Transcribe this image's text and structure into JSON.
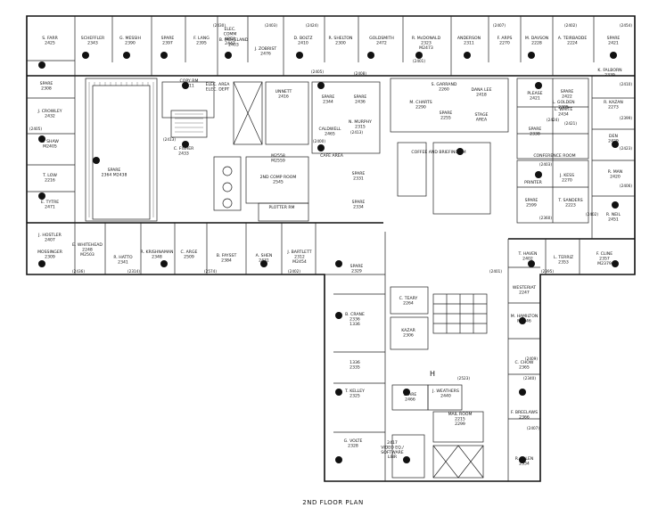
{
  "caption": "2ND FLOOR PLAN",
  "rooms": [
    {
      "id": "r1",
      "lines": [
        "S. FARR",
        "2425"
      ]
    },
    {
      "id": "r2",
      "lines": [
        "SCHEFFLER",
        "2343"
      ]
    },
    {
      "id": "r3",
      "lines": [
        "G. MESSIH",
        "2390"
      ]
    },
    {
      "id": "r4",
      "lines": [
        "SPARE",
        "2397"
      ]
    },
    {
      "id": "r5",
      "lines": [
        "F. LANG",
        "2395"
      ]
    },
    {
      "id": "r6",
      "lines": [
        "ELEC.",
        "COMM",
        "AREA",
        "2447"
      ]
    },
    {
      "id": "r7",
      "lines": [
        "B. MORELAND",
        "2403"
      ]
    },
    {
      "id": "r8",
      "lines": [
        "J. ZOBRIST",
        "2476"
      ]
    },
    {
      "id": "r9",
      "lines": [
        "D. BOLTZ",
        "2410"
      ]
    },
    {
      "id": "r10",
      "lines": [
        "R. SHELTON",
        "2300"
      ]
    },
    {
      "id": "r11",
      "lines": [
        "GOLDSMITH",
        "2472"
      ]
    },
    {
      "id": "r12",
      "lines": [
        "R. McDONALD",
        "2323",
        "M2473"
      ]
    },
    {
      "id": "r13",
      "lines": [
        "ANDERSON",
        "2311"
      ]
    },
    {
      "id": "r14",
      "lines": [
        "F. ARPS",
        "2270"
      ]
    },
    {
      "id": "r15",
      "lines": [
        "M. DAVSON",
        "2228"
      ]
    },
    {
      "id": "r16",
      "lines": [
        "A. TEIRBADDE",
        "2224"
      ]
    },
    {
      "id": "r17",
      "lines": [
        "SPARE",
        "2421"
      ]
    },
    {
      "id": "r18",
      "lines": [
        "SPARE",
        "2308"
      ]
    },
    {
      "id": "r19",
      "lines": [
        "J. CROWLEY",
        "2432"
      ]
    },
    {
      "id": "r20",
      "lines": [
        "A. SHAW",
        "M2405"
      ]
    },
    {
      "id": "r21",
      "lines": [
        "T. LOW",
        "2216"
      ]
    },
    {
      "id": "r22",
      "lines": [
        "E. TYTRE",
        "2471"
      ]
    },
    {
      "id": "r23",
      "lines": [
        "COPY RM",
        "2411"
      ]
    },
    {
      "id": "r24",
      "lines": [
        "ELEC. AREA",
        "ELEC. DEPT"
      ]
    },
    {
      "id": "r25",
      "lines": [
        "UNNETT",
        "2416"
      ]
    },
    {
      "id": "r26",
      "lines": [
        "SPARE",
        "2344"
      ]
    },
    {
      "id": "r27",
      "lines": [
        "SPARE",
        "2436"
      ]
    },
    {
      "id": "r28",
      "lines": [
        "N. MURPHY",
        "2315"
      ]
    },
    {
      "id": "r29",
      "lines": [
        "CALDWELL",
        "2465"
      ]
    },
    {
      "id": "r30",
      "lines": [
        "CAFE AREA"
      ]
    },
    {
      "id": "r31",
      "lines": [
        "M2558",
        "M2559"
      ]
    },
    {
      "id": "r32",
      "lines": [
        "2ND COMP ROOM",
        "2545"
      ]
    },
    {
      "id": "r33",
      "lines": [
        "PLOTTER RM"
      ]
    },
    {
      "id": "r34",
      "lines": [
        "C. FISHER",
        "2433"
      ]
    },
    {
      "id": "r35",
      "lines": [
        "SPARE",
        "2364 M2438"
      ]
    },
    {
      "id": "r36",
      "lines": [
        "M. CHARTS",
        "2290"
      ]
    },
    {
      "id": "r37",
      "lines": [
        "S. GARRAND",
        "2260"
      ]
    },
    {
      "id": "r38",
      "lines": [
        "DANA LEE",
        "2418"
      ]
    },
    {
      "id": "r39",
      "lines": [
        "SPARE",
        "2255"
      ]
    },
    {
      "id": "r40",
      "lines": [
        "STAGE",
        "AREA"
      ]
    },
    {
      "id": "r41",
      "lines": [
        "COFFEE AND BRIEFING RM"
      ]
    },
    {
      "id": "r42",
      "lines": [
        "SPARE",
        "2331"
      ]
    },
    {
      "id": "r43",
      "lines": [
        "SPARE",
        "2334"
      ]
    },
    {
      "id": "r44",
      "lines": [
        "PLEASE",
        "2421"
      ]
    },
    {
      "id": "r45",
      "lines": [
        "SPARE",
        "2422"
      ]
    },
    {
      "id": "r46",
      "lines": [
        "K. FALBORN",
        "2339"
      ]
    },
    {
      "id": "r47",
      "lines": [
        "L. GOLDEN",
        "2305"
      ]
    },
    {
      "id": "r48",
      "lines": [
        "L. WHITE",
        "2434"
      ]
    },
    {
      "id": "r49",
      "lines": [
        "SPARE",
        "2338"
      ]
    },
    {
      "id": "r50",
      "lines": [
        "R. KAZAN",
        "2273"
      ]
    },
    {
      "id": "r51",
      "lines": [
        "DEN",
        "2429"
      ]
    },
    {
      "id": "r52",
      "lines": [
        "CONFERENCE ROOM"
      ]
    },
    {
      "id": "r53",
      "lines": [
        "PRINTER"
      ]
    },
    {
      "id": "r54",
      "lines": [
        "J. KESS",
        "2270"
      ]
    },
    {
      "id": "r55",
      "lines": [
        "SPARE",
        "2599"
      ]
    },
    {
      "id": "r56",
      "lines": [
        "T. SANDERS",
        "2223"
      ]
    },
    {
      "id": "r57",
      "lines": [
        "R. MAN",
        "2420"
      ]
    },
    {
      "id": "r58",
      "lines": [
        "R. NEIL",
        "2451"
      ]
    },
    {
      "id": "r59",
      "lines": [
        "J. HOSTLER",
        "2407"
      ]
    },
    {
      "id": "r60",
      "lines": [
        "MOSSINGER",
        "2309"
      ]
    },
    {
      "id": "r61",
      "lines": [
        "E. WHITEHEAD",
        "2248",
        "M2503"
      ]
    },
    {
      "id": "r62",
      "lines": [
        "R. HATTO",
        "2341"
      ]
    },
    {
      "id": "r63",
      "lines": [
        "R. KRISHNAMAN",
        "2348"
      ]
    },
    {
      "id": "r64",
      "lines": [
        "C. ARGE",
        "2509"
      ]
    },
    {
      "id": "r65",
      "lines": [
        "B. FAYSST",
        "2384"
      ]
    },
    {
      "id": "r66",
      "lines": [
        "A. SHEN",
        "2431"
      ]
    },
    {
      "id": "r67",
      "lines": [
        "J. BARTLETT",
        "2312",
        "M2454"
      ]
    },
    {
      "id": "r68",
      "lines": [
        "SPARE",
        "2329"
      ]
    },
    {
      "id": "r69",
      "lines": [
        "B. CRANE",
        "2336",
        "1336"
      ]
    },
    {
      "id": "r70",
      "lines": [
        "1336",
        "2335"
      ]
    },
    {
      "id": "r71",
      "lines": [
        "T. KELLEY",
        "2325"
      ]
    },
    {
      "id": "r72",
      "lines": [
        "G. VOLTE",
        "2328"
      ]
    },
    {
      "id": "r73",
      "lines": [
        "2417",
        "VIDEO EQ./",
        "SOFTWARE",
        "LIBR"
      ]
    },
    {
      "id": "r74",
      "lines": [
        "C. TEARY",
        "2264"
      ]
    },
    {
      "id": "r75",
      "lines": [
        "KAZAR",
        "2306"
      ]
    },
    {
      "id": "r76",
      "lines": [
        "SPARE",
        "2466"
      ]
    },
    {
      "id": "r77",
      "lines": [
        "J. WEATHERS",
        "2440"
      ]
    },
    {
      "id": "r78",
      "lines": [
        "MAIL ROOM",
        "2215",
        "2299"
      ]
    },
    {
      "id": "r79",
      "lines": [
        "T. HAVEN",
        "2402"
      ]
    },
    {
      "id": "r80",
      "lines": [
        "L. TERRIZ",
        "2353"
      ]
    },
    {
      "id": "r81",
      "lines": [
        "F. CLINE",
        "2357",
        "M2379"
      ]
    },
    {
      "id": "r82",
      "lines": [
        "WESTERIAT",
        "2247"
      ]
    },
    {
      "id": "r83",
      "lines": [
        "M. HAMILTON",
        "M2246"
      ]
    },
    {
      "id": "r84",
      "lines": [
        "C. CHOW",
        "2365"
      ]
    },
    {
      "id": "r85",
      "lines": [
        "F. BREELAWS",
        "2366"
      ]
    },
    {
      "id": "r86",
      "lines": [
        "R. ALLEN",
        "2334"
      ]
    }
  ],
  "tags": [
    "(2430)",
    "(2403)",
    "(2424)",
    "(2405)",
    "(2408)",
    "(2401)",
    "(2407)",
    "(2402)",
    "(2454)",
    "(2410)",
    "(2399)",
    "(2423)",
    "(2406)",
    "(2405)",
    "(2413)",
    "(2400)",
    "(2413)",
    "(2360)",
    "(2424)",
    "(2421)",
    "(2403)",
    "(2402)",
    "(2436)",
    "(2314)",
    "(2574)",
    "(2402)",
    "(2401)",
    "(2395)",
    "(2523)",
    "(2409)",
    "(2340)",
    "(2407)"
  ],
  "marks": {
    "corridor_h": "H"
  }
}
